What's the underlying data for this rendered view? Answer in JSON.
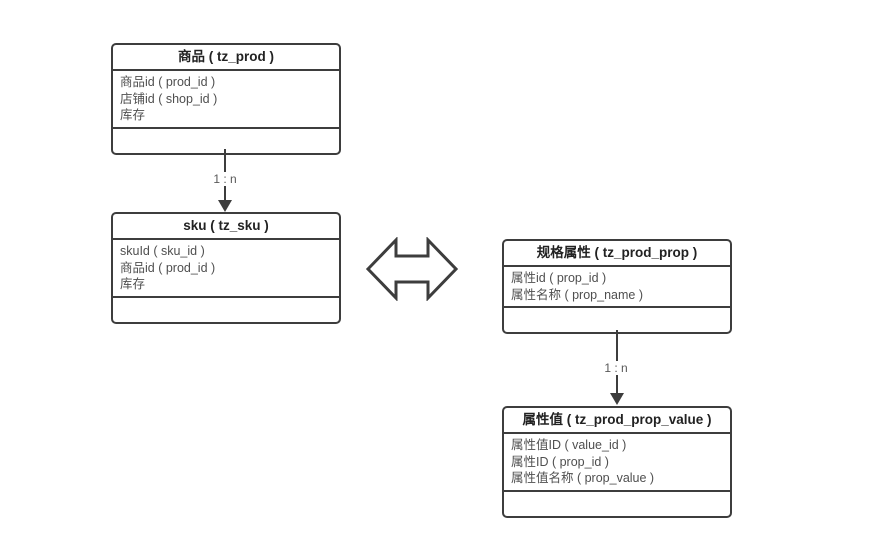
{
  "diagram": {
    "background_color": "#ffffff",
    "line_color": "#3d3d3d",
    "title_text_color": "#222222",
    "field_text_color": "#4f4f4f",
    "label_text_color": "#595959"
  },
  "tables": {
    "prod": {
      "title": "商品 ( tz_prod )",
      "fields": [
        "商品id ( prod_id )",
        "店铺id ( shop_id )",
        "库存"
      ]
    },
    "sku": {
      "title": "sku ( tz_sku )",
      "fields": [
        "skuId ( sku_id )",
        "商品id ( prod_id )",
        "库存"
      ]
    },
    "prop": {
      "title": "规格属性 ( tz_prod_prop )",
      "fields": [
        "属性id ( prop_id )",
        "属性名称 ( prop_name )"
      ]
    },
    "value": {
      "title": "属性值 ( tz_prod_prop_value )",
      "fields": [
        "属性值ID ( value_id )",
        "属性ID ( prop_id )",
        "属性值名称 ( prop_value )"
      ]
    }
  },
  "connectors": {
    "prod_to_sku": {
      "label": "1 : n"
    },
    "prop_to_value": {
      "label": "1 : n"
    }
  },
  "icons": {
    "double_arrow": "left-right-double-arrow"
  }
}
